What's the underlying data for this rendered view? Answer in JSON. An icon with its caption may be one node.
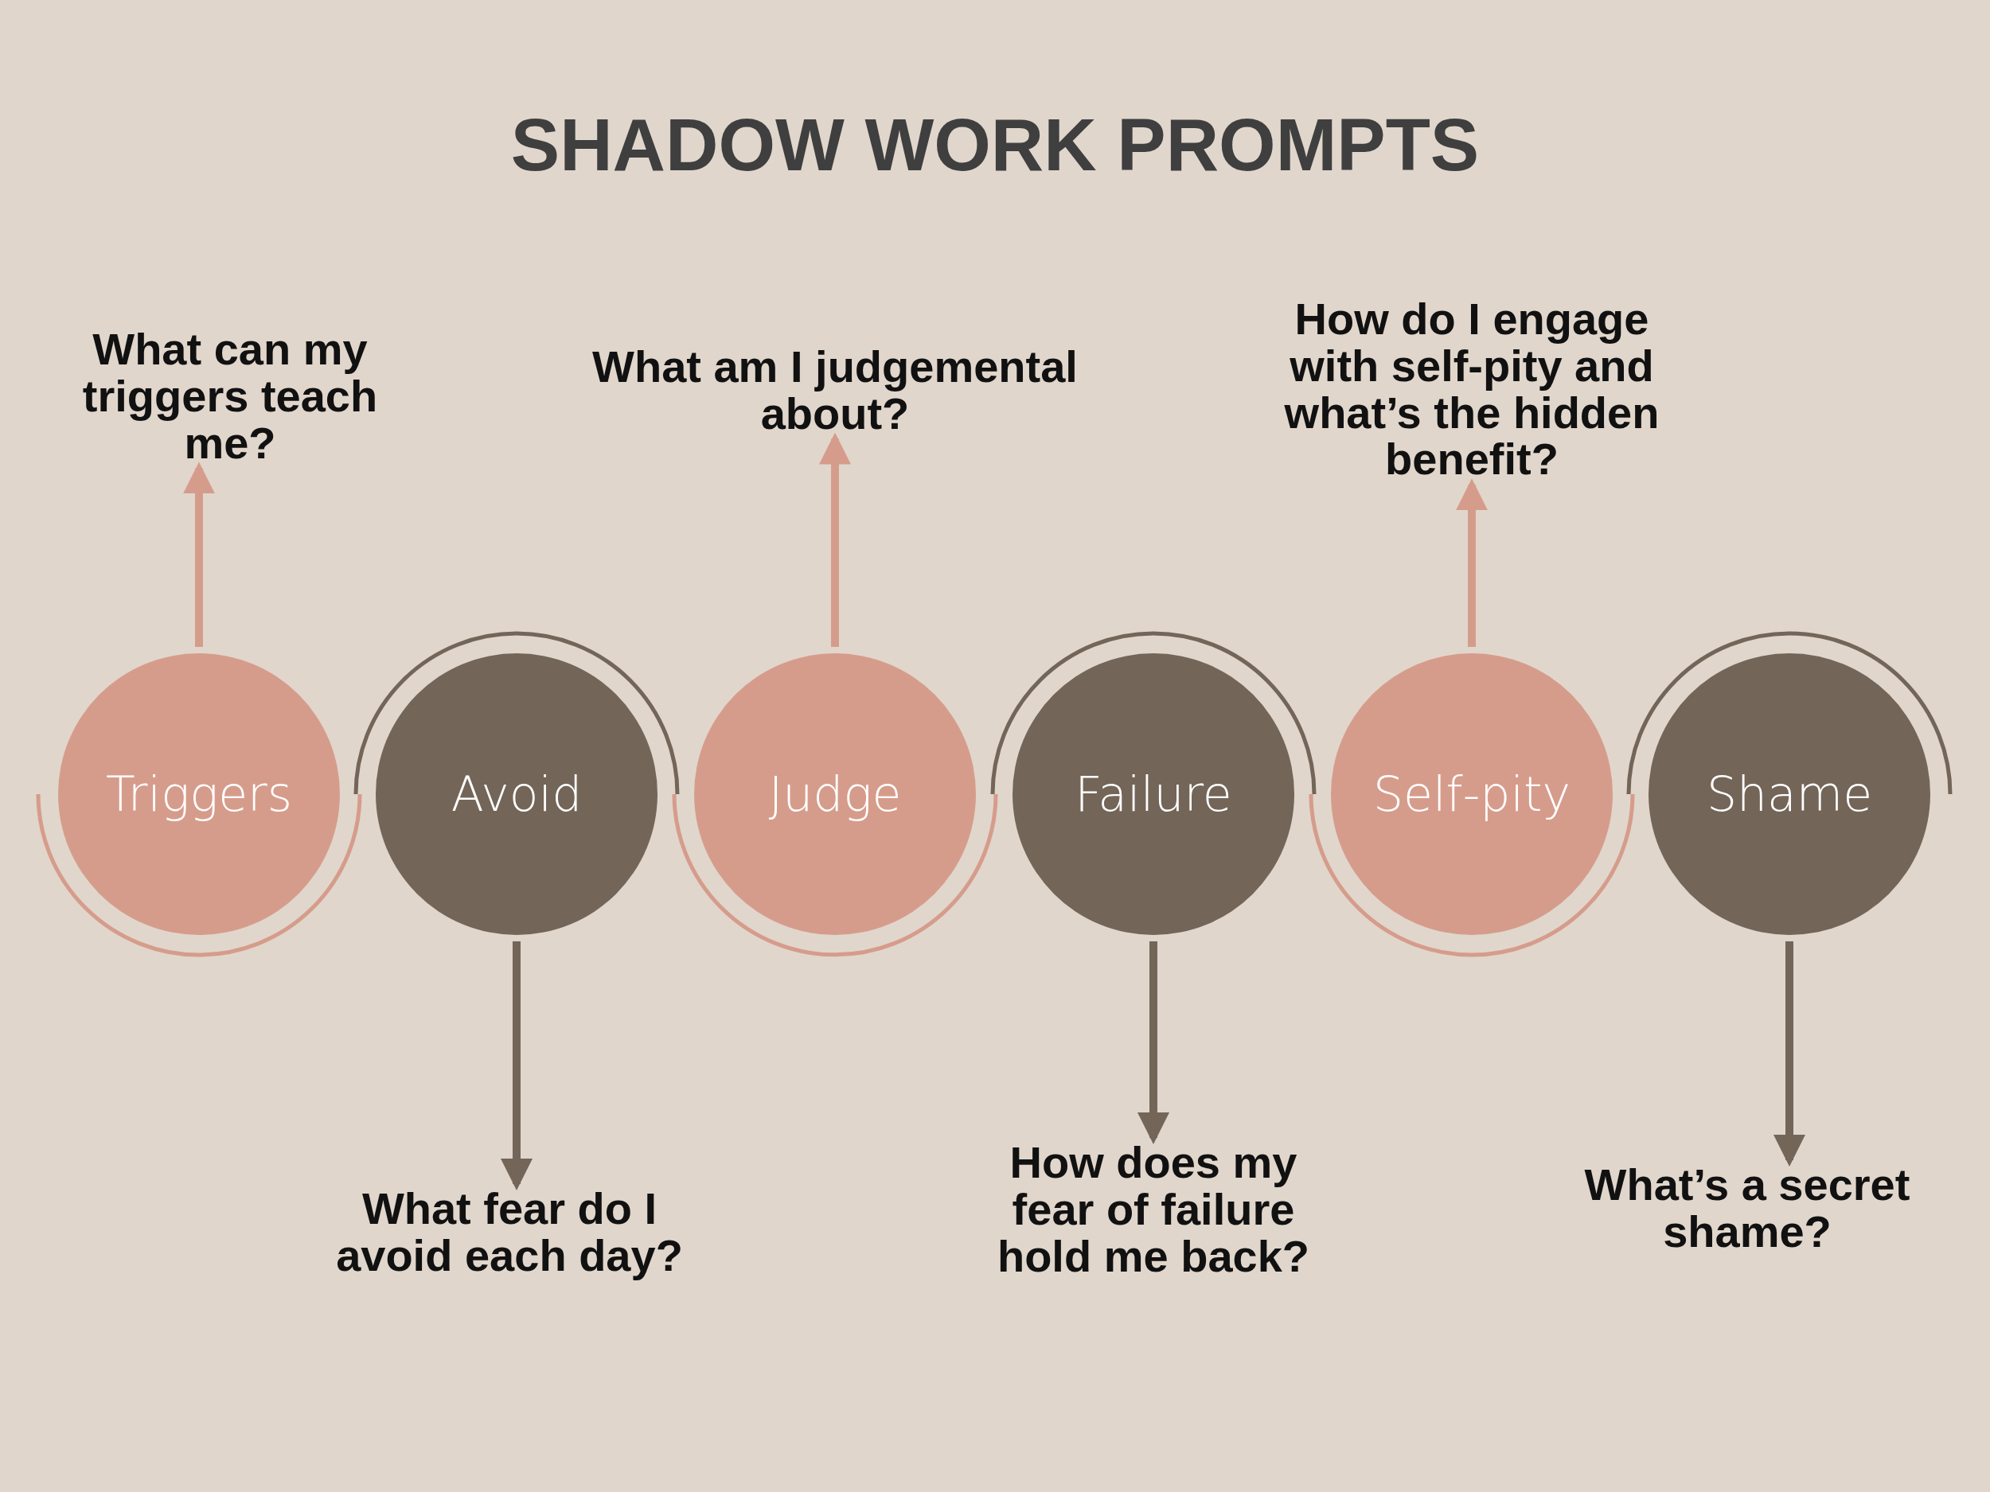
{
  "diagram": {
    "title": "SHADOW WORK PROMPTS",
    "nodes": [
      {
        "text": [
          "Triggers"
        ]
      },
      {
        "text": [
          "What can my triggers teach me?"
        ]
      },
      {
        "text": [
          "Avoid"
        ]
      },
      {
        "text": [
          "What fear do I avoid each day?"
        ]
      },
      {
        "text": [
          "Judge"
        ]
      },
      {
        "text": [
          "What am I judgemental about?"
        ]
      },
      {
        "text": [
          "Failure"
        ]
      },
      {
        "text": [
          "How does my fear of failure hold me back?"
        ]
      },
      {
        "text": [
          "Self-pity"
        ]
      },
      {
        "text": [
          "How do I engage with self-pity and what’s the hidden benefit?"
        ]
      },
      {
        "text": [
          "Shame"
        ]
      },
      {
        "text": [
          "What’s a secret shame?"
        ]
      }
    ],
    "edges": [
      {
        "from": 0,
        "to": 1,
        "arrow": "to",
        "color": "#d69c8b"
      },
      {
        "from": 2,
        "to": 3,
        "arrow": "to",
        "color": "#736558"
      },
      {
        "from": 4,
        "to": 5,
        "arrow": "to",
        "color": "#d69c8b"
      },
      {
        "from": 6,
        "to": 7,
        "arrow": "to",
        "color": "#736558"
      },
      {
        "from": 8,
        "to": 9,
        "arrow": "to",
        "color": "#d69c8b"
      },
      {
        "from": 10,
        "to": 11,
        "arrow": "to",
        "color": "#736558"
      }
    ]
  }
}
